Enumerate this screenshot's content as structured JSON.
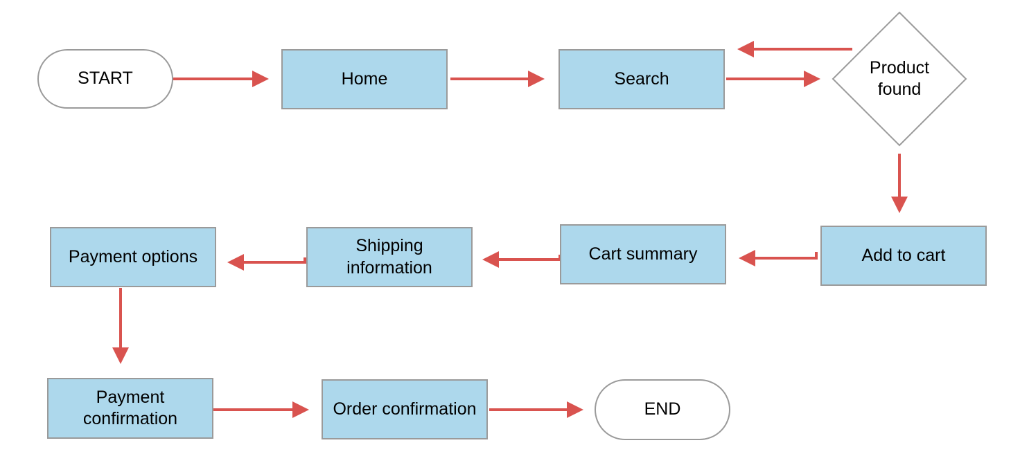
{
  "diagram": {
    "type": "flowchart",
    "nodes": {
      "start": "START",
      "home": "Home",
      "search": "Search",
      "product_found": "Product found",
      "add_to_cart": "Add to cart",
      "cart_summary": "Cart summary",
      "shipping_information": "Shipping information",
      "payment_options": "Payment options",
      "payment_confirmation": "Payment confirmation",
      "order_confirmation": "Order confirmation",
      "end": "END"
    },
    "edges": [
      [
        "start",
        "home"
      ],
      [
        "home",
        "search"
      ],
      [
        "search",
        "product_found"
      ],
      [
        "product_found",
        "search"
      ],
      [
        "product_found",
        "add_to_cart"
      ],
      [
        "add_to_cart",
        "cart_summary"
      ],
      [
        "cart_summary",
        "shipping_information"
      ],
      [
        "shipping_information",
        "payment_options"
      ],
      [
        "payment_options",
        "payment_confirmation"
      ],
      [
        "payment_confirmation",
        "order_confirmation"
      ],
      [
        "order_confirmation",
        "end"
      ]
    ],
    "colors": {
      "process_fill": "#add8ec",
      "terminal_fill": "#ffffff",
      "border": "#9a9a9a",
      "arrow": "#d9534f"
    }
  }
}
